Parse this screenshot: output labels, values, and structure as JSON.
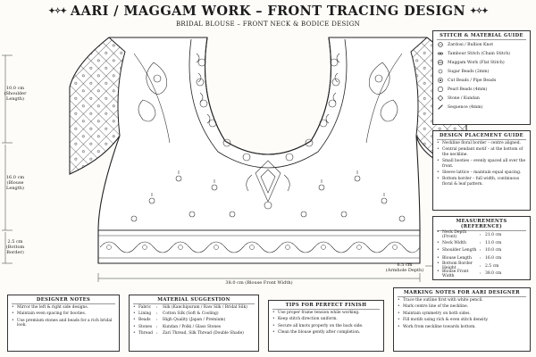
{
  "title": "AARI / MAGGAM WORK – FRONT TRACING DESIGN",
  "subtitle": "BRIDAL BLOUSE – FRONT NECK & BODICE DESIGN",
  "dimensions": {
    "shoulder": {
      "value": "10.0 cm",
      "label": "(Shoulder Length)"
    },
    "blouse": {
      "value": "16.0 cm",
      "label": "(Blouse Length)"
    },
    "bottom": {
      "value": "2.5 cm",
      "label": "(Bottom Border)"
    },
    "width": "38.0 cm (Blouse Front Width)",
    "armhole": {
      "value": "6.5 cm",
      "label": "(Armhole Depth)"
    }
  },
  "stitch_guide": {
    "title": "STITCH & MATERIAL GUIDE",
    "items": [
      {
        "label": "Zardosi / Bullion Knot",
        "icon": "bullion-knot-icon"
      },
      {
        "label": "Tambour Stitch (Chain Stitch)",
        "icon": "chain-stitch-icon"
      },
      {
        "label": "Maggam Work (Flat Stitch)",
        "icon": "flat-stitch-icon"
      },
      {
        "label": "Sugar Beads (2mm)",
        "icon": "sugar-bead-icon"
      },
      {
        "label": "Cut Beads / Pipe Beads",
        "icon": "pipe-bead-icon"
      },
      {
        "label": "Pearl Beads (4mm)",
        "icon": "pearl-bead-icon"
      },
      {
        "label": "Stone / Kundan",
        "icon": "stone-icon"
      },
      {
        "label": "Sequence (4mm)",
        "icon": "sequence-icon"
      }
    ]
  },
  "placement_guide": {
    "title": "DESIGN PLACEMENT GUIDE",
    "items": [
      "Neckline floral border – centre aligned.",
      "Central pendant motif – at the bottom of the neckline.",
      "Small booties – evenly spaced all over the front.",
      "Sleeve lattice – maintain equal spacing.",
      "Bottom border – full width, continuous floral & leaf pattern."
    ]
  },
  "measurements": {
    "title": "MEASUREMENTS (REFERENCE)",
    "items": [
      {
        "key": "Neck Depth (Front)",
        "value": "21.0 cm"
      },
      {
        "key": "Neck Width",
        "value": "11.0 cm"
      },
      {
        "key": "Shoulder Length",
        "value": "10.0 cm"
      },
      {
        "key": "Blouse Length",
        "value": "16.0 cm"
      },
      {
        "key": "Bottom Border Height",
        "value": "2.5 cm"
      },
      {
        "key": "Blouse Front Width",
        "value": "38.0 cm"
      }
    ]
  },
  "designer_notes": {
    "title": "DESIGNER NOTES",
    "items": [
      "Mirror the left & right side designs.",
      "Maintain even spacing for booties.",
      "Use premium stones and beads for a rich bridal look."
    ]
  },
  "material_suggestion": {
    "title": "MATERIAL SUGGESTION",
    "items": [
      {
        "key": "Fabric",
        "value": "Silk (Kanchipuram / Raw Silk / Bridal Silk)"
      },
      {
        "key": "Lining",
        "value": "Cotton Silk (Soft & Cooling)"
      },
      {
        "key": "Beads",
        "value": "High Quality (Japan / Premium)"
      },
      {
        "key": "Stones",
        "value": "Kundan / Polki / Glass Stones"
      },
      {
        "key": "Thread",
        "value": "Zari Thread, Silk Thread (Double Shade)"
      }
    ]
  },
  "tips": {
    "title": "TIPS FOR PERFECT FINISH",
    "items": [
      "Use proper frame tension while working.",
      "Keep stitch direction uniform.",
      "Secure all knots properly on the back side.",
      "Clean the blouse gently after completion."
    ]
  },
  "marking_notes": {
    "title": "MARKING NOTES FOR AARI DESIGNER",
    "items": [
      "Trace the outline first with white pencil.",
      "Mark centre line of the neckline.",
      "Maintain symmetry on both sides.",
      "Fill motifs using rich & even stitch density.",
      "Work from neckline towards bottom."
    ]
  }
}
